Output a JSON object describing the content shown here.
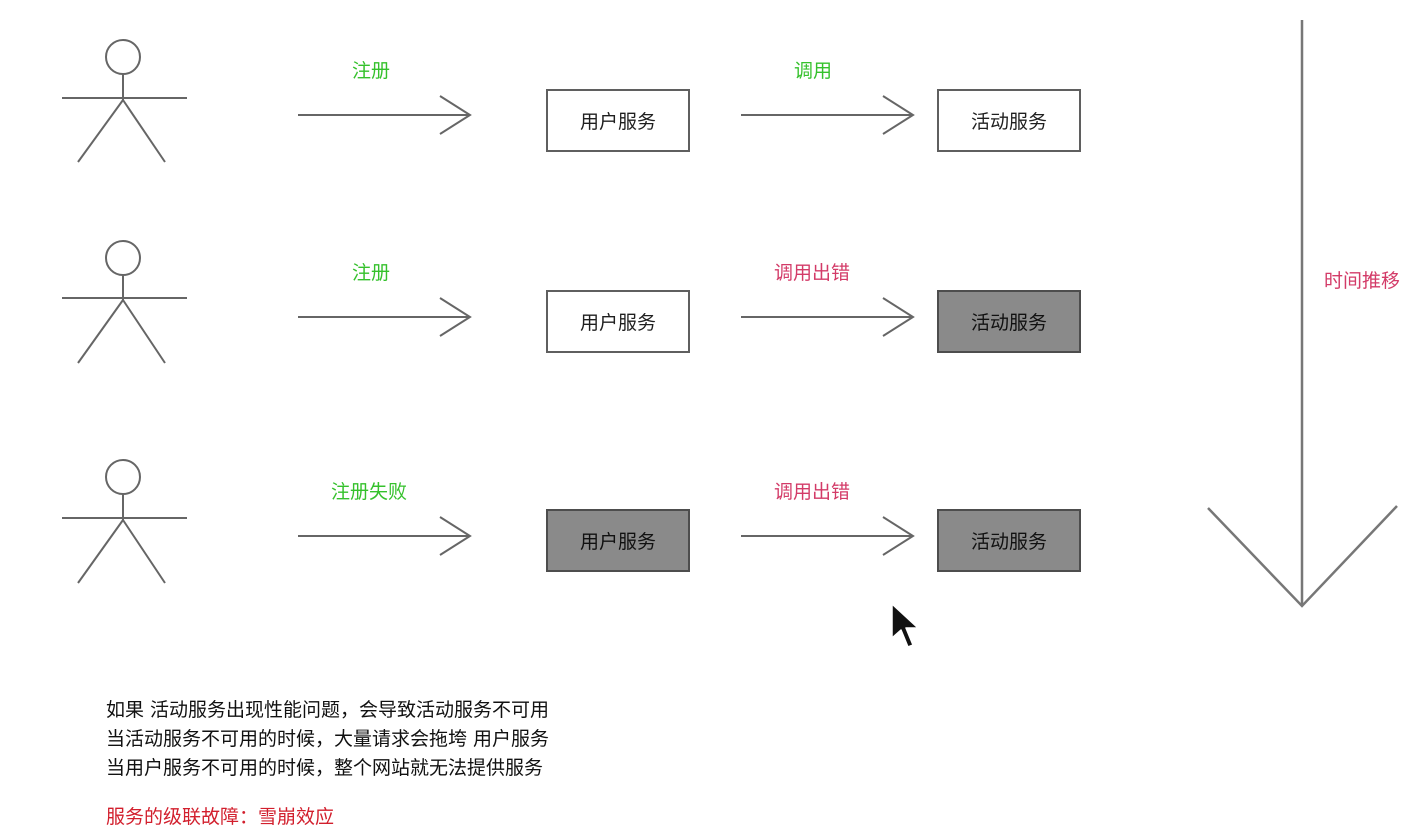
{
  "rows": [
    {
      "register_label": "注册",
      "call_label": "调用",
      "user_service": "用户服务",
      "activity_service": "活动服务",
      "register_status": "ok",
      "call_status": "ok",
      "user_failed": false,
      "activity_failed": false
    },
    {
      "register_label": "注册",
      "call_label": "调用出错",
      "user_service": "用户服务",
      "activity_service": "活动服务",
      "register_status": "ok",
      "call_status": "error",
      "user_failed": false,
      "activity_failed": true
    },
    {
      "register_label": "注册失败",
      "call_label": "调用出错",
      "user_service": "用户服务",
      "activity_service": "活动服务",
      "register_status": "ok",
      "call_status": "error",
      "user_failed": true,
      "activity_failed": true
    }
  ],
  "timeline": {
    "label": "时间推移"
  },
  "notes": [
    "如果 活动服务出现性能问题，会导致活动服务不可用",
    "当活动服务不可用的时候，大量请求会拖垮 用户服务",
    "当用户服务不可用的时候，整个网站就无法提供服务"
  ],
  "summary": "服务的级联故障：雪崩效应",
  "colors": {
    "success_text": "#35c12c",
    "error_text": "#d33b68",
    "failed_box": "#8a8a8a",
    "summary_text": "#d21f2d"
  }
}
